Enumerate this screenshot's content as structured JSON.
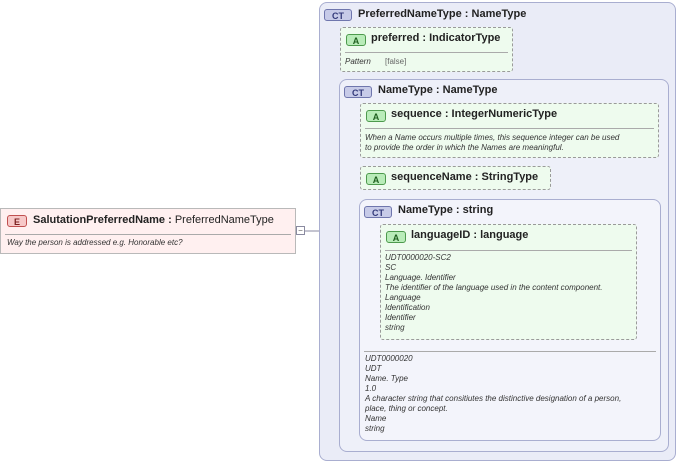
{
  "element": {
    "badge": "E",
    "name": "SalutationPreferredName",
    "type": "PreferredNameType",
    "doc": "Way the person is addressed e.g. Honorable etc?"
  },
  "outer_ct": {
    "badge": "CT",
    "name": "PreferredNameType",
    "type": "NameType",
    "attribute": {
      "badge": "A",
      "name": "preferred",
      "type": "IndicatorType",
      "facet_label": "Pattern",
      "facet_value": "[false]"
    }
  },
  "name_ct": {
    "badge": "CT",
    "name": "NameType",
    "type": "NameType",
    "sequence_attr": {
      "badge": "A",
      "name": "sequence",
      "type": "IntegerNumericType",
      "doc_line1": "When a Name occurs multiple times, this sequence integer can be used",
      "doc_line2": "to provide the order in which the Names are meaningful."
    },
    "sequence_name_attr": {
      "badge": "A",
      "name": "sequenceName",
      "type": "StringType"
    }
  },
  "string_ct": {
    "badge": "CT",
    "name": "NameType",
    "type": "string",
    "language_attr": {
      "badge": "A",
      "name": "languageID",
      "type": "language",
      "doc": [
        "UDT0000020-SC2",
        "SC",
        "Language. Identifier",
        "The identifier of the language used in the content component.",
        "Language",
        "Identification",
        "Identifier",
        "string"
      ]
    },
    "doc": [
      "UDT0000020",
      "UDT",
      "Name. Type",
      "1.0",
      "A character string that consitiutes the distinctive designation of a person,",
      "place, thing or concept.",
      "Name",
      "string"
    ]
  },
  "separator": ":",
  "connector_symbol": "−"
}
